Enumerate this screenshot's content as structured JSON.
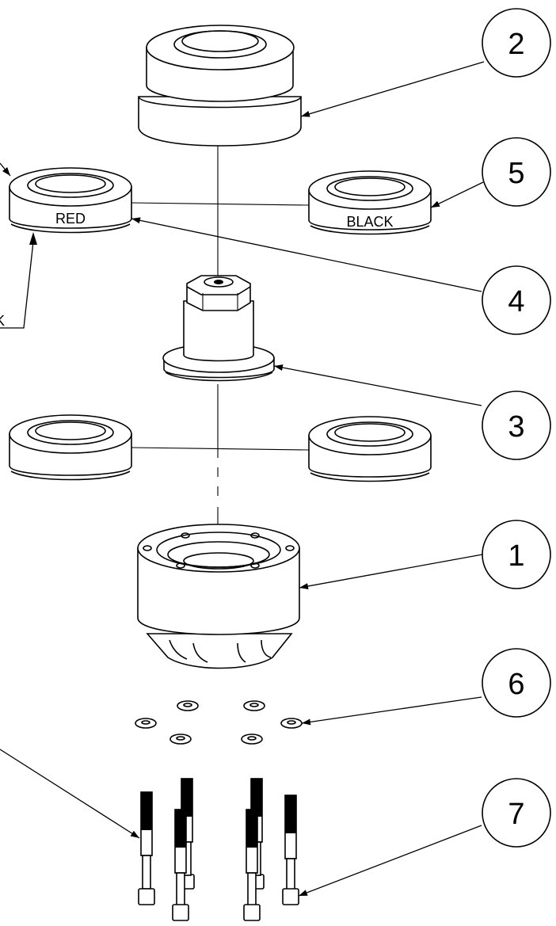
{
  "balloons": [
    {
      "id": "2"
    },
    {
      "id": "5"
    },
    {
      "id": "4"
    },
    {
      "id": "3"
    },
    {
      "id": "1"
    },
    {
      "id": "6"
    },
    {
      "id": "7"
    }
  ],
  "labels": {
    "red_ring": "RED",
    "black_ring": "BLACK",
    "cropped_left": "K"
  },
  "colors": {
    "line": "#000000",
    "background": "#ffffff"
  }
}
